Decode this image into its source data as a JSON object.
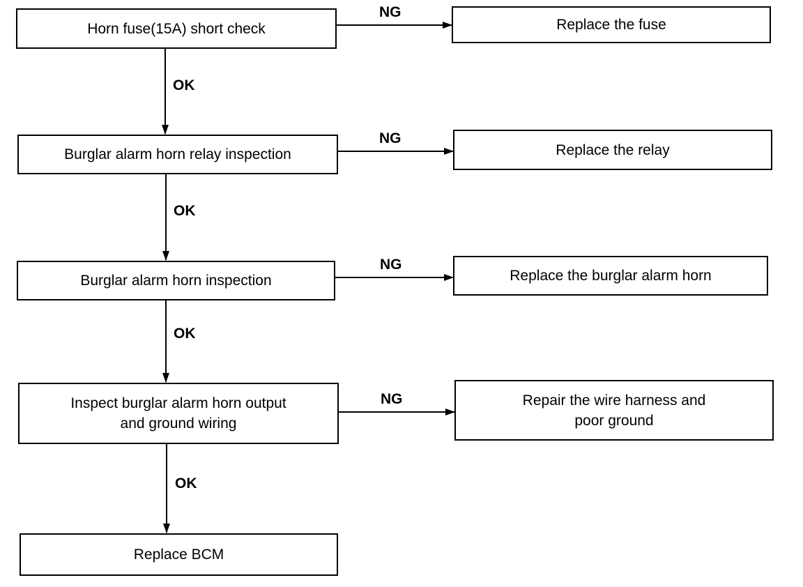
{
  "steps": [
    {
      "label": "Horn fuse(15A) short check",
      "ng_label": "NG",
      "ok_label": "OK"
    },
    {
      "label": "Burglar alarm horn relay inspection",
      "ng_label": "NG",
      "ok_label": "OK"
    },
    {
      "label": "Burglar alarm horn inspection",
      "ng_label": "NG",
      "ok_label": "OK"
    },
    {
      "label": "Inspect burglar alarm horn output\nand ground wiring",
      "ng_label": "NG",
      "ok_label": "OK"
    }
  ],
  "remedies": [
    {
      "label": "Replace the fuse"
    },
    {
      "label": "Replace the relay"
    },
    {
      "label": "Replace the burglar alarm horn"
    },
    {
      "label": "Repair the wire harness and\npoor ground"
    }
  ],
  "final": {
    "label": "Replace BCM"
  }
}
